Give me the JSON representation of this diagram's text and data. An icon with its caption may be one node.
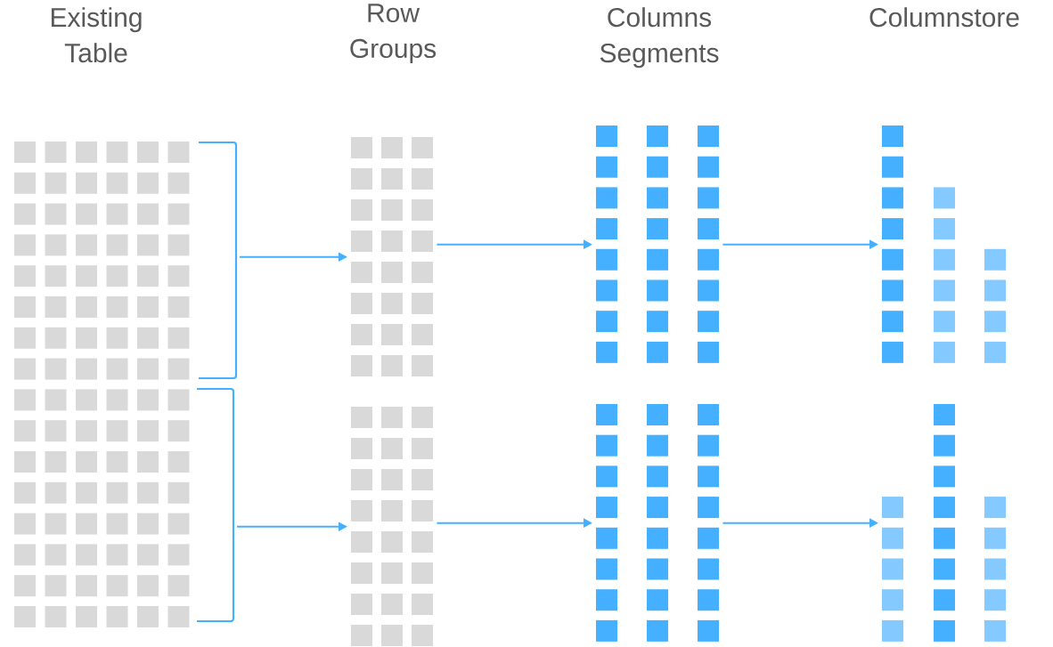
{
  "diagram": {
    "nodes": [
      {
        "text": [],
        "shape": "grid"
      },
      {
        "text": [],
        "shape": "grid"
      },
      {
        "text": [],
        "shape": "grid"
      },
      {
        "text": [],
        "shape": "grid"
      },
      {
        "text": [],
        "shape": "grid"
      },
      {
        "text": [],
        "shape": "grid"
      },
      {
        "text": [],
        "shape": "grid"
      },
      {
        "text": [],
        "shape": "grid"
      }
    ],
    "edges": [
      {
        "from": 0,
        "to": 2,
        "arrow": "to"
      },
      {
        "from": 2,
        "to": 4,
        "arrow": "to"
      },
      {
        "from": 4,
        "to": 6,
        "arrow": "to"
      },
      {
        "from": 1,
        "to": 3,
        "arrow": "to"
      },
      {
        "from": 3,
        "to": 5,
        "arrow": "to"
      },
      {
        "from": 5,
        "to": 7,
        "arrow": "to"
      }
    ],
    "labels": [
      "Existing Table",
      "Row Groups",
      "Columns Segments",
      "Columnstore"
    ]
  }
}
